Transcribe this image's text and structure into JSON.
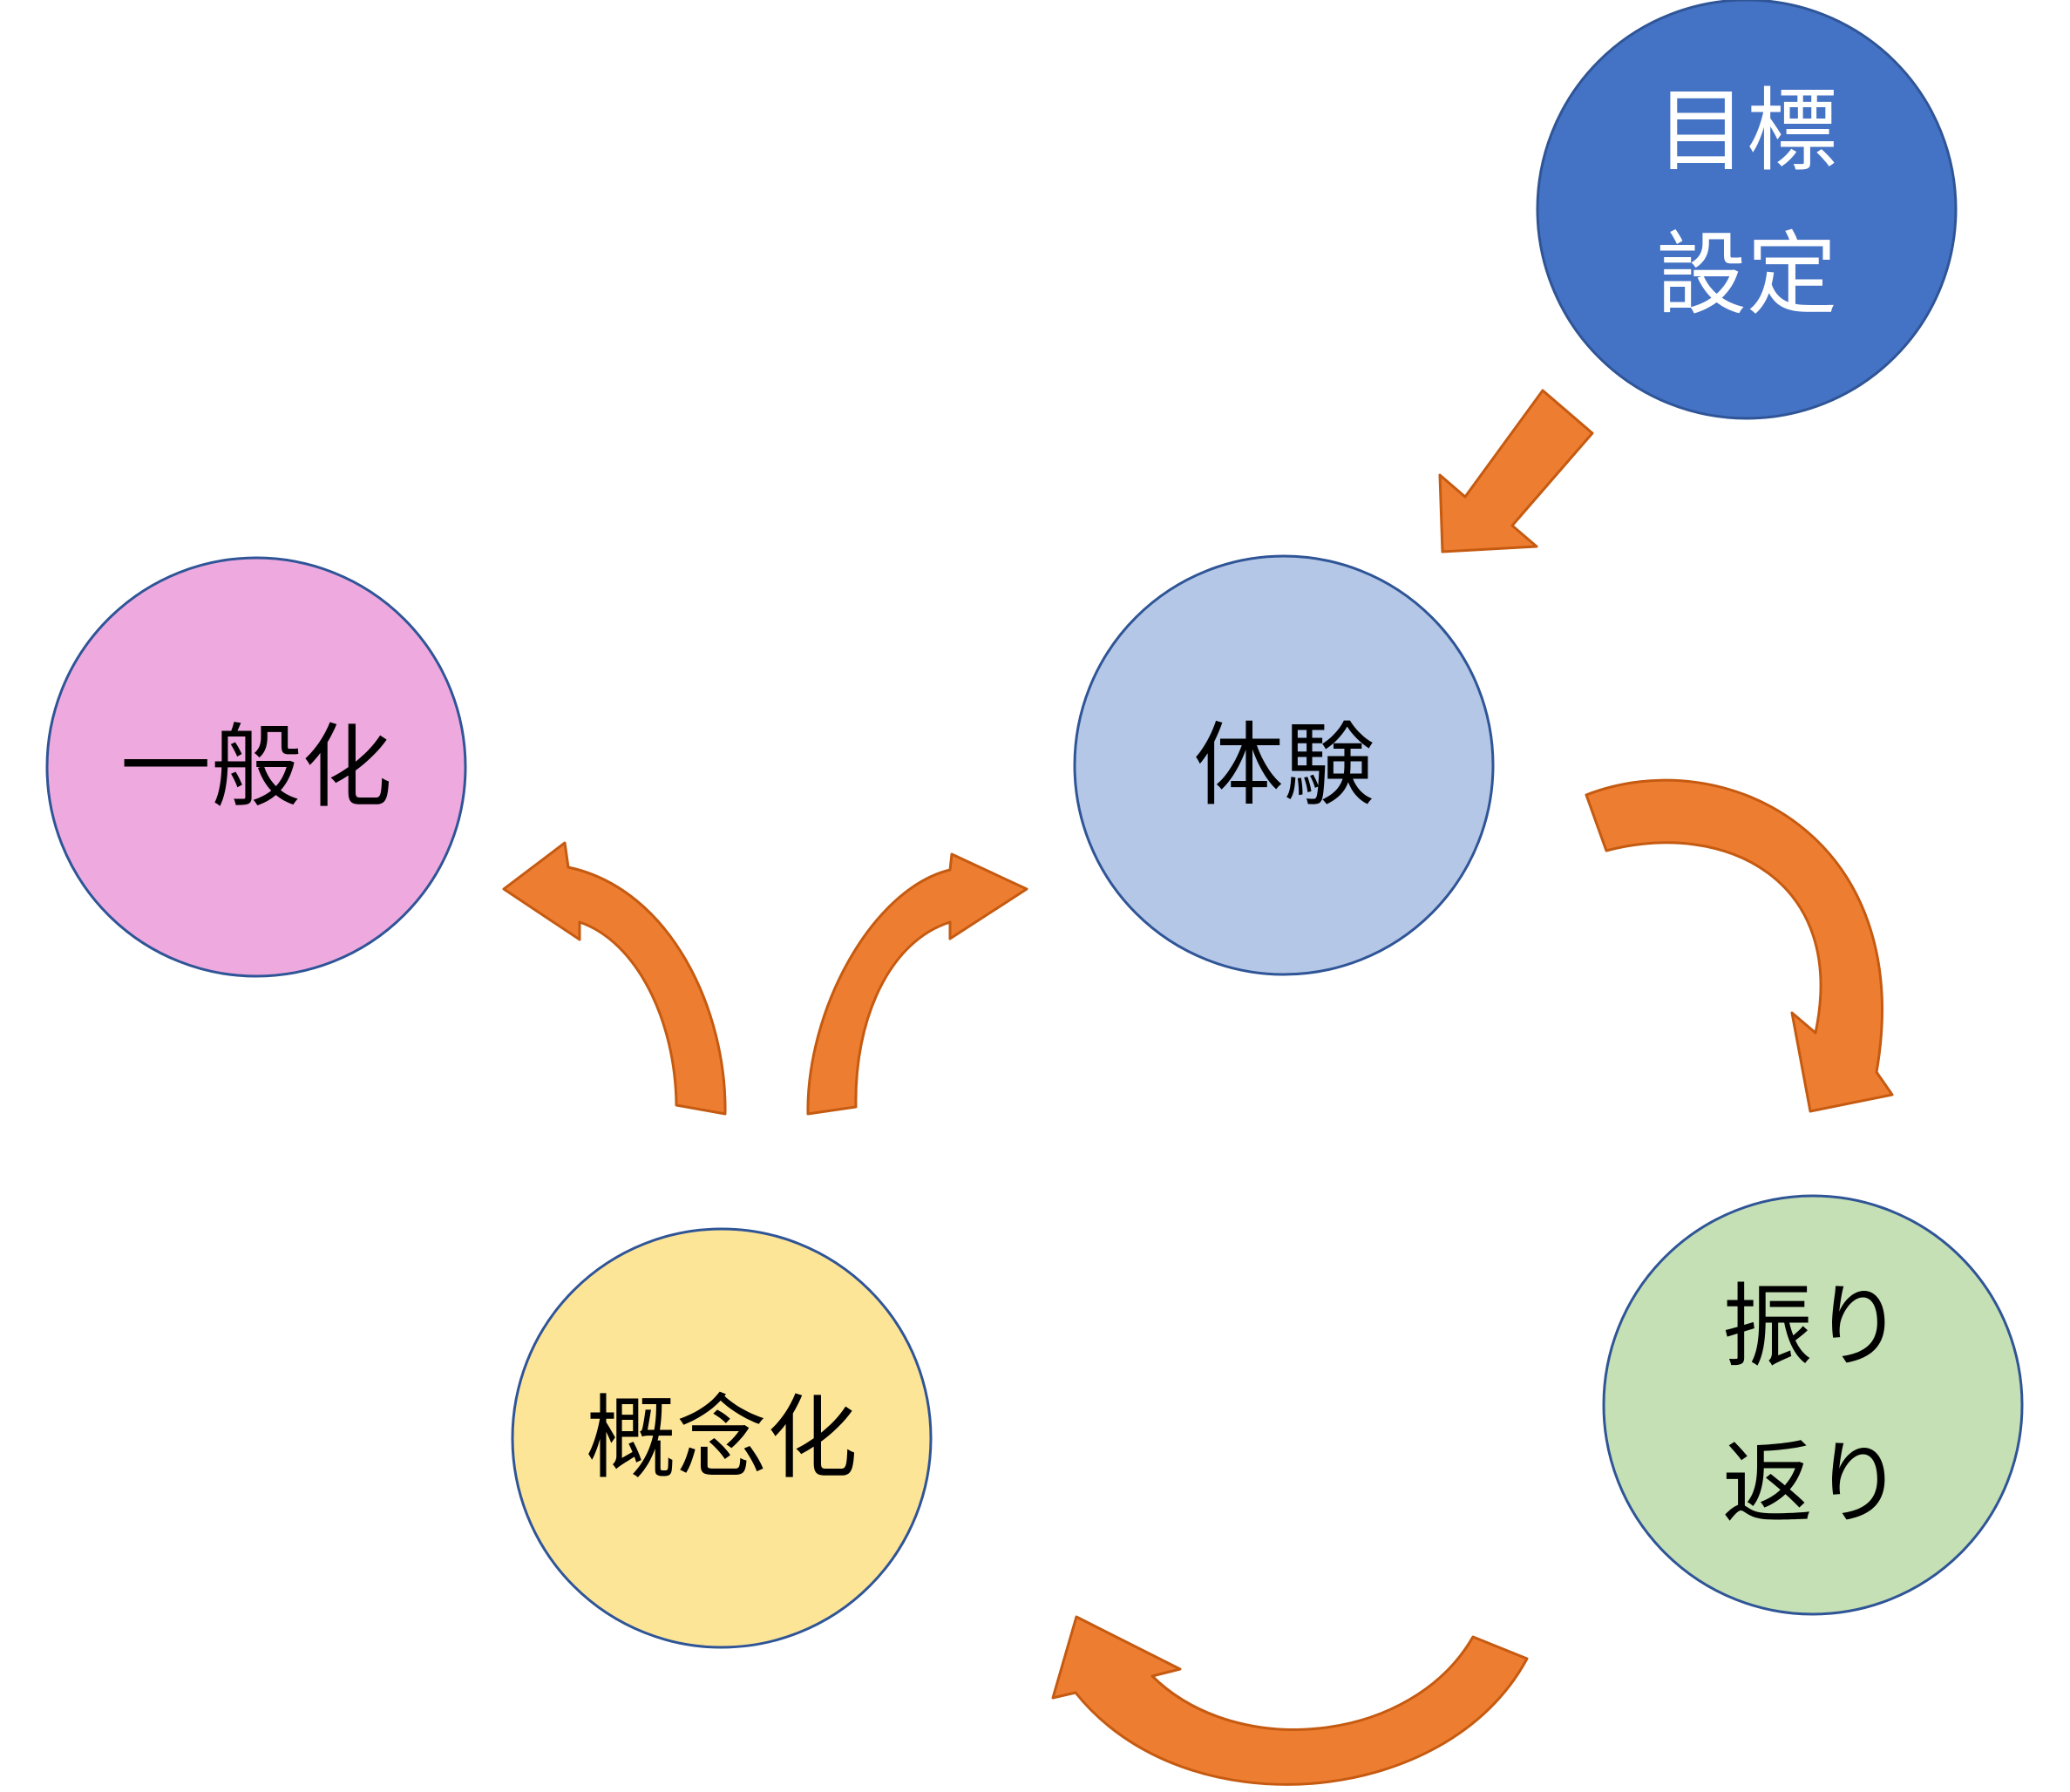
{
  "nodes": {
    "goal": {
      "lines": [
        "目標",
        "設定"
      ],
      "fill": "#4472c4",
      "text_color": "#ffffff"
    },
    "experience": {
      "lines": [
        "体験"
      ],
      "fill": "#b4c7e7",
      "text_color": "#000000"
    },
    "reflection": {
      "lines": [
        "振り",
        "返り"
      ],
      "fill": "#c5e0b4",
      "text_color": "#000000"
    },
    "conceptualization": {
      "lines": [
        "概念化"
      ],
      "fill": "#fde598",
      "text_color": "#000000"
    },
    "generalization": {
      "lines": [
        "一般化"
      ],
      "fill": "#eeaadf",
      "text_color": "#000000"
    }
  },
  "circle_stroke": "#2f5597",
  "arrow_fill": "#ed7d31",
  "arrow_stroke": "#c55a11",
  "edges": [
    {
      "from": "goal",
      "to": "experience"
    },
    {
      "from": "experience",
      "to": "reflection"
    },
    {
      "from": "reflection",
      "to": "conceptualization"
    },
    {
      "from": "conceptualization",
      "to": "experience"
    },
    {
      "from": "conceptualization",
      "to": "generalization"
    }
  ]
}
